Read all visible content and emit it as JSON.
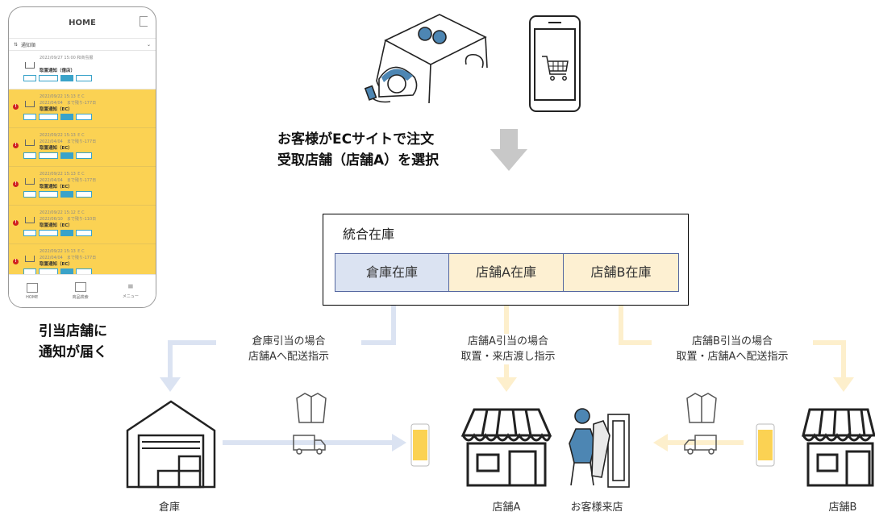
{
  "phone": {
    "title": "HOME",
    "sort_label": "⇅",
    "sort_select": "通知順",
    "items": [
      {
        "date": "2022/09/27 15:00 和商島服",
        "due": "",
        "title": "取置通知（億店）",
        "style": "white",
        "alert": false,
        "step_count": 4
      },
      {
        "date": "2022/09/22 15:13 ＥＣ",
        "due": "2022/04/04　まで残り-177日",
        "title": "取置通知（EC）",
        "style": "yellow",
        "alert": true,
        "step_count": 4
      },
      {
        "date": "2022/09/22 15:13 ＥＣ",
        "due": "2022/04/04　まで残り-177日",
        "title": "取置通知（EC）",
        "style": "yellow",
        "alert": true,
        "step_count": 4
      },
      {
        "date": "2022/09/22 15:13 ＥＣ",
        "due": "2022/04/04　まで残り-177日",
        "title": "取置通知（EC）",
        "style": "yellow",
        "alert": true,
        "step_count": 4
      },
      {
        "date": "2022/09/22 15:12 ＥＣ",
        "due": "2022/06/10　まで残り-110日",
        "title": "取置通知（EC）",
        "style": "yellow",
        "alert": true,
        "step_count": 4
      },
      {
        "date": "2022/09/22 15:13 ＥＣ",
        "due": "2022/04/04　まで残り-177日",
        "title": "取置通知（EC）",
        "style": "yellow",
        "alert": true,
        "step_count": 4
      }
    ],
    "nav": {
      "home": "HOME",
      "product": "商品検索",
      "menu": "メニュー"
    }
  },
  "phone_caption": [
    "引当店舗に",
    "通知が届く"
  ],
  "order_caption": [
    "お客様がECサイトで注文",
    "受取店舗（店舗A）を選択"
  ],
  "inventory": {
    "title": "統合在庫",
    "cells": [
      {
        "label": "倉庫在庫",
        "color": "#dbe3f2"
      },
      {
        "label": "店舗A在庫",
        "color": "#fdf0d2"
      },
      {
        "label": "店舗B在庫",
        "color": "#fdf0d2"
      }
    ]
  },
  "branches": {
    "warehouse": [
      "倉庫引当の場合",
      "店舗Aへ配送指示"
    ],
    "store_a": [
      "店舗A引当の場合",
      "取置・来店渡し指示"
    ],
    "store_b": [
      "店舗B引当の場合",
      "取置・店舗Aへ配送指示"
    ]
  },
  "bottom_labels": {
    "warehouse": "倉庫",
    "store_a": "店舗A",
    "customer": "お客様来店",
    "store_b": "店舗B"
  },
  "colors": {
    "blue_arrow": "#dbe3f2",
    "yellow_arrow": "#fdefcc",
    "gray_arrow": "#c8c8c8",
    "phone_yellow": "#fbd253",
    "inventory_border": "#5567a0"
  }
}
